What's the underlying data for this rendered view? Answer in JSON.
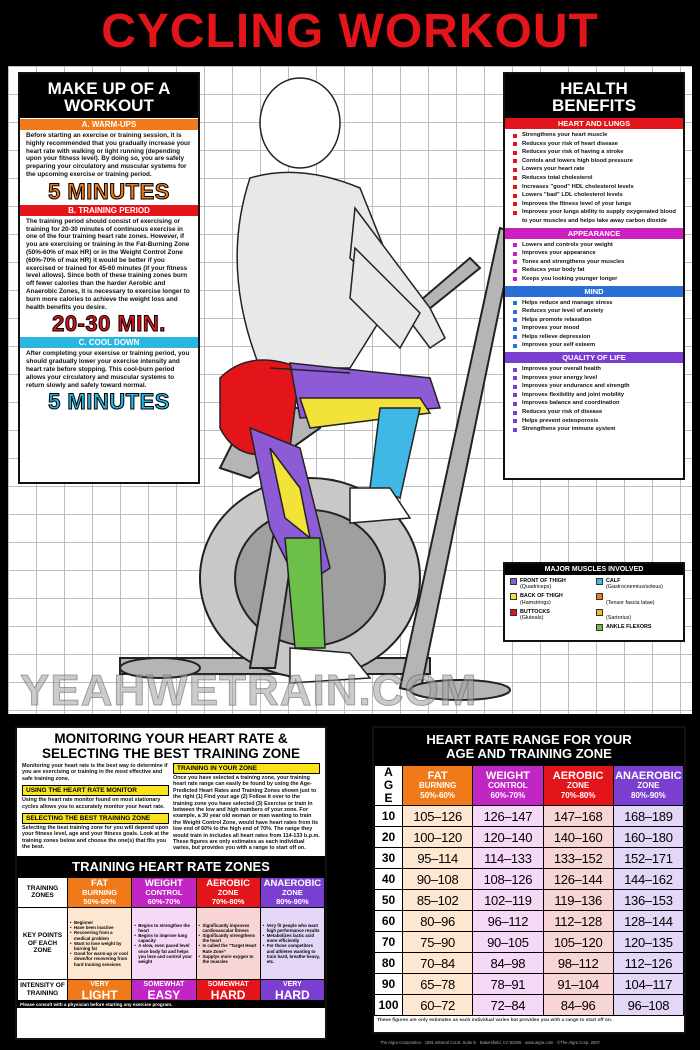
{
  "title": "CYCLING WORKOUT",
  "watermark": "YEAHWETRAIN.COM",
  "makeup": {
    "title_l1": "MAKE UP OF A",
    "title_l2": "WORKOUT",
    "warmup_label": "A. WARM-UPS",
    "warmup_text": "Before starting an exercise or training session, it is highly recommended that you gradually increase your heart rate with walking or light running (depending upon your fitness level). By doing so, you are safely preparing your circulatory and muscular systems for the upcoming exercise or training period.",
    "warmup_time": "5 MINUTES",
    "training_label": "B. TRAINING PERIOD",
    "training_text": "The training period should consist of exercising or training for 20-30 minutes of continuous exercise in one of the four training heart rate zones. However, if you are exercising or training in the Fat-Burning Zone (50%-60% of max HR) or in the Weight Control Zone (60%-70% of max HR) it would be better if you exercised or trained for 45-60 minutes (if your fitness level allows). Since both of these training zones burn off fewer calories than the harder Aerobic and Anaerobic Zones, it is necessary to exercise longer to burn more calories to achieve the weight loss and health benefits you desire.",
    "training_time": "20-30 MIN.",
    "cooldown_label": "C. COOL DOWN",
    "cooldown_text": "After completing your exercise or training period, you should gradually lower your exercise intensity and heart rate before stopping. This cool-burn period allows your circulatory and muscular systems to return slowly and safely toward normal.",
    "cooldown_time": "5 MINUTES"
  },
  "health": {
    "title_l1": "HEALTH",
    "title_l2": "BENEFITS",
    "sections": [
      {
        "label": "HEART AND LUNGS",
        "color": "#e4141b",
        "items": [
          "Strengthens your heart muscle",
          "Reduces your risk of heart disease",
          "Reduces your risk of having a stroke",
          "Contols and lowers high blood pressure",
          "Lowers your heart rate",
          "Reduces total cholesterol",
          "Increases \"good\" HDL cholesterol levels",
          "Lowers \"bad\" LDL cholesterol levels",
          "Improves the fitness level of your lungs",
          "Improves your lungs ability to supply oxygenated blood to your muscles and helps take away carbon dioxide"
        ]
      },
      {
        "label": "APPEARANCE",
        "color": "#cc1fbf",
        "items": [
          "Lowers and controls your weight",
          "Improves your appearance",
          "Tones and strengthens your muscles",
          "Reduces your body fat",
          "Keeps you looking younger longer"
        ]
      },
      {
        "label": "MIND",
        "color": "#2a6fd8",
        "items": [
          "Helps reduce and manage stress",
          "Reduces your level of anxiety",
          "Helps promote relaxation",
          "Improves your mood",
          "Helps relieve depression",
          "Improves your self esteem"
        ]
      },
      {
        "label": "QUALITY OF LIFE",
        "color": "#7a3fd0",
        "items": [
          "Improves your overall health",
          "Improves your energy level",
          "Improves your endurance and strength",
          "Improves flexibility and joint mobility",
          "Improves balance and coordination",
          "Reduces your risk of disease",
          "Helps prevent osteoporosis",
          "Strengthens your immune system"
        ]
      }
    ]
  },
  "muscles": {
    "title": "MAJOR MUSCLES INVOLVED",
    "items": [
      {
        "name": "FRONT OF THIGH",
        "sub": "(Quadriceps)",
        "color": "#8e5bd6"
      },
      {
        "name": "CALF",
        "sub": "(Gastrocnemius/soleus)",
        "color": "#3fb8e6"
      },
      {
        "name": "BACK OF THIGH",
        "sub": "(Hamstrings)",
        "color": "#f3e23a"
      },
      {
        "name": "",
        "sub": "(Tensor fascia latae)",
        "color": "#f07a1a"
      },
      {
        "name": "BUTTOCKS",
        "sub": "(Gluteals)",
        "color": "#e4141b"
      },
      {
        "name": "",
        "sub": "(Sartorius)",
        "color": "#f5b52a"
      },
      {
        "name": "",
        "sub": "",
        "color": ""
      },
      {
        "name": "ANKLE FLEXORS",
        "sub": "",
        "color": "#6cc04a"
      }
    ]
  },
  "monitor": {
    "title_l1": "MONITORING YOUR HEART RATE &",
    "title_l2": "SELECTING THE BEST TRAINING ZONE",
    "intro": "Monitoring your heart rate is the best way to determine if you are exercising or training in the most effective and safe training zone.",
    "using_label": "USING THE HEART RATE MONITOR",
    "using_text": "Using the heart rate monitor found on most stationary cycles allows you to accurately monitor your heart rate.",
    "selecting_label": "SELECTING THE BEST TRAINING ZONE",
    "selecting_text": "Selecting the best training zone for you will depend upon your fitness level, age and your fitness goals. Look at the training zones below and choose the one(s) that fits you the best.",
    "in_zone_label": "TRAINING IN YOUR ZONE",
    "in_zone_text": "Once you have selected a training zone, your training heart rate range can easily be found by using the Age-Predicted Heart Rates and Training Zones shown just to the right (1) Find your age (2) Follow it over to the training zone you have selected (3) Exercise or train in between the low and high numbers of your zone. For example, a 30 year old woman or man wanting to train the Weight Control Zone, would have heart rates from its low end of 60% to the high end of 70%. The range they would train in includes all heart rates from 114-133 b.p.m. These figures are only estimates as each individual varies, but provides you with a range to start off on."
  },
  "thr": {
    "title": "TRAINING HEART RATE ZONES",
    "row_zones": "TRAINING ZONES",
    "row_key": "KEY POINTS OF EACH ZONE",
    "row_int": "INTENSITY OF TRAINING",
    "zones": [
      {
        "n1": "FAT",
        "n2": "BURNING",
        "pct": "50%-60%",
        "points": [
          "Beginner",
          "Have been inactive",
          "Recovering from a medical problem",
          "Want to lose weight by burning fat",
          "Good for warm-up or cool down/for recovering from hard training sessions"
        ],
        "i1": "VERY",
        "i2": "LIGHT"
      },
      {
        "n1": "WEIGHT",
        "n2": "CONTROL",
        "pct": "60%-70%",
        "points": [
          "Begins to strengthen the heart",
          "Begins to improve lung capacity",
          "A slow, even paced level once body fat and helps you lose and control your weight"
        ],
        "i1": "SOMEWHAT",
        "i2": "EASY"
      },
      {
        "n1": "AEROBIC",
        "n2": "ZONE",
        "pct": "70%-80%",
        "points": [
          "Significantly improves cardiovascular fitness",
          "Significantly strengthens the heart",
          "Is called the \"Target Heart Rate Zone\"",
          "Supplys more oxygen to the muscles"
        ],
        "i1": "SOMEWHAT",
        "i2": "HARD"
      },
      {
        "n1": "ANAEROBIC",
        "n2": "ZONE",
        "pct": "80%-90%",
        "points": [
          "Very fit people who want high performance results",
          "Metabolizes lactic acid more efficiently",
          "For those competitors and athletes wanting to train hard, breathe heavy, etc."
        ],
        "i1": "VERY",
        "i2": "HARD"
      }
    ],
    "consult": "Please consult with a physician before starting any exercise program."
  },
  "hrr": {
    "title_l1": "HEART RATE RANGE FOR YOUR",
    "title_l2": "AGE AND TRAINING ZONE",
    "age_label": "AGE",
    "zones": [
      {
        "a": "FAT",
        "b": "BURNING",
        "pct": "50%-60%"
      },
      {
        "a": "WEIGHT",
        "b": "CONTROL",
        "pct": "60%-70%"
      },
      {
        "a": "AEROBIC",
        "b": "ZONE",
        "pct": "70%-80%"
      },
      {
        "a": "ANAEROBIC",
        "b": "ZONE",
        "pct": "80%-90%"
      }
    ],
    "rows": [
      {
        "age": "10",
        "v": [
          "105–126",
          "126–147",
          "147–168",
          "168–189"
        ]
      },
      {
        "age": "20",
        "v": [
          "100–120",
          "120–140",
          "140–160",
          "160–180"
        ]
      },
      {
        "age": "30",
        "v": [
          "95–114",
          "114–133",
          "133–152",
          "152–171"
        ]
      },
      {
        "age": "40",
        "v": [
          "90–108",
          "108–126",
          "126–144",
          "144–162"
        ]
      },
      {
        "age": "50",
        "v": [
          "85–102",
          "102–119",
          "119–136",
          "136–153"
        ]
      },
      {
        "age": "60",
        "v": [
          "80–96",
          "96–112",
          "112–128",
          "128–144"
        ]
      },
      {
        "age": "70",
        "v": [
          "75–90",
          "90–105",
          "105–120",
          "120–135"
        ]
      },
      {
        "age": "80",
        "v": [
          "70–84",
          "84–98",
          "98–112",
          "112–126"
        ]
      },
      {
        "age": "90",
        "v": [
          "65–78",
          "78–91",
          "91–104",
          "104–117"
        ]
      },
      {
        "age": "100",
        "v": [
          "60–72",
          "72–84",
          "84–96",
          "96–108"
        ]
      }
    ],
    "note": "These figures are only estimates as each individual varies but provides you with a range to start off on."
  },
  "footer": "The Algra Corporation · 1991 Mineral Court, Suite E · Bakersfield, CA 93306 · www.algra.com · ©The Algra Corp. 2007"
}
